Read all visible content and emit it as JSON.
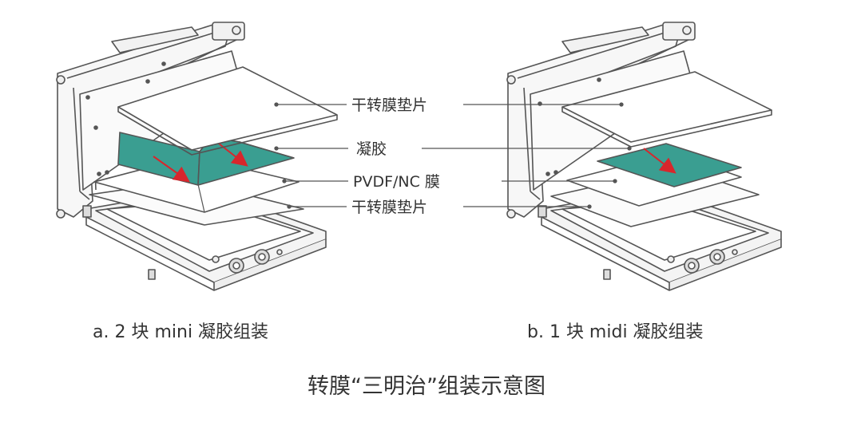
{
  "labels": {
    "pad_top": "干转膜垫片",
    "gel": "凝胶",
    "membrane": "PVDF/NC 膜",
    "pad_bottom": "干转膜垫片"
  },
  "captions": {
    "a": "a. 2 块 mini 凝胶组装",
    "b": "b. 1 块 midi 凝胶组装"
  },
  "title": "转膜“三明治”组装示意图",
  "colors": {
    "gel": "#3a9e91",
    "arrow": "#d8262c",
    "line": "#555555"
  }
}
